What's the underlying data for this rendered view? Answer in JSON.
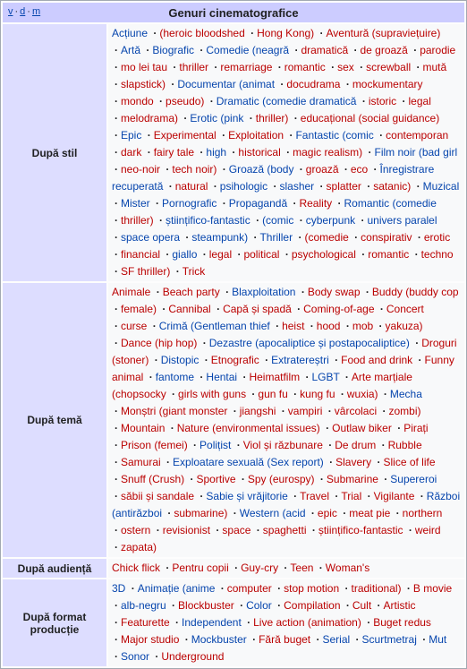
{
  "title": "Genuri cinematografice",
  "vde": [
    "v",
    "d",
    "m"
  ],
  "groups": [
    {
      "label": "După stil",
      "id": "stil",
      "items": [
        {
          "t": "Acțiune",
          "c": "blue"
        },
        {
          "t": "(heroic bloodshed",
          "c": "red"
        },
        {
          "t": "Hong Kong)",
          "c": "red"
        },
        {
          "t": "Aventură (supraviețuire)",
          "c": "red"
        },
        {
          "t": "Artă",
          "c": "blue"
        },
        {
          "t": "Biografic",
          "c": "blue"
        },
        {
          "t": "Comedie (neagră",
          "c": "blue"
        },
        {
          "t": "dramatică",
          "c": "red"
        },
        {
          "t": "de groază",
          "c": "red"
        },
        {
          "t": "parodie",
          "c": "red"
        },
        {
          "t": "mo lei tau",
          "c": "red"
        },
        {
          "t": "thriller",
          "c": "red"
        },
        {
          "t": "remarriage",
          "c": "red"
        },
        {
          "t": "romantic",
          "c": "red"
        },
        {
          "t": "sex",
          "c": "red"
        },
        {
          "t": "screwball",
          "c": "red"
        },
        {
          "t": "mută",
          "c": "red"
        },
        {
          "t": "slapstick)",
          "c": "red"
        },
        {
          "t": "Documentar (animat",
          "c": "blue"
        },
        {
          "t": "docudrama",
          "c": "red"
        },
        {
          "t": "mockumentary",
          "c": "red"
        },
        {
          "t": "mondo",
          "c": "red"
        },
        {
          "t": "pseudo)",
          "c": "red"
        },
        {
          "t": "Dramatic (comedie dramatică",
          "c": "blue"
        },
        {
          "t": "istoric",
          "c": "red"
        },
        {
          "t": "legal",
          "c": "red"
        },
        {
          "t": "melodrama)",
          "c": "red"
        },
        {
          "t": "Erotic (pink",
          "c": "blue"
        },
        {
          "t": "thriller)",
          "c": "red"
        },
        {
          "t": "educațional (social guidance)",
          "c": "red"
        },
        {
          "t": "Epic",
          "c": "blue"
        },
        {
          "t": "Experimental",
          "c": "red"
        },
        {
          "t": "Exploitation",
          "c": "red"
        },
        {
          "t": "Fantastic (comic",
          "c": "blue"
        },
        {
          "t": "contemporan",
          "c": "red"
        },
        {
          "t": "dark",
          "c": "red"
        },
        {
          "t": "fairy tale",
          "c": "red"
        },
        {
          "t": "high",
          "c": "blue"
        },
        {
          "t": "historical",
          "c": "red"
        },
        {
          "t": "magic realism)",
          "c": "red"
        },
        {
          "t": "Film noir (bad girl",
          "c": "blue"
        },
        {
          "t": "neo-noir",
          "c": "red"
        },
        {
          "t": "tech noir)",
          "c": "red"
        },
        {
          "t": "Groază (body",
          "c": "blue"
        },
        {
          "t": "groază",
          "c": "red"
        },
        {
          "t": "eco",
          "c": "red"
        },
        {
          "t": "Înregistrare recuperată",
          "c": "blue"
        },
        {
          "t": "natural",
          "c": "red"
        },
        {
          "t": "psihologic",
          "c": "blue"
        },
        {
          "t": "slasher",
          "c": "blue"
        },
        {
          "t": "splatter",
          "c": "red"
        },
        {
          "t": "satanic)",
          "c": "red"
        },
        {
          "t": "Muzical",
          "c": "blue"
        },
        {
          "t": "Mister",
          "c": "blue"
        },
        {
          "t": "Pornografic",
          "c": "blue"
        },
        {
          "t": "Propagandă",
          "c": "blue"
        },
        {
          "t": "Reality",
          "c": "red"
        },
        {
          "t": "Romantic (comedie",
          "c": "blue"
        },
        {
          "t": "thriller)",
          "c": "red"
        },
        {
          "t": "științifico-fantastic",
          "c": "blue"
        },
        {
          "t": "(comic",
          "c": "blue"
        },
        {
          "t": "cyberpunk",
          "c": "blue"
        },
        {
          "t": "univers paralel",
          "c": "blue"
        },
        {
          "t": "space opera",
          "c": "blue"
        },
        {
          "t": "steampunk)",
          "c": "blue"
        },
        {
          "t": "Thriller",
          "c": "blue"
        },
        {
          "t": "(comedie",
          "c": "red"
        },
        {
          "t": "conspirativ",
          "c": "red"
        },
        {
          "t": "erotic",
          "c": "red"
        },
        {
          "t": "financial",
          "c": "red"
        },
        {
          "t": "giallo",
          "c": "blue"
        },
        {
          "t": "legal",
          "c": "red"
        },
        {
          "t": "political",
          "c": "red"
        },
        {
          "t": "psychological",
          "c": "red"
        },
        {
          "t": "romantic",
          "c": "red"
        },
        {
          "t": "techno",
          "c": "red"
        },
        {
          "t": "SF thriller)",
          "c": "red"
        },
        {
          "t": "Trick",
          "c": "red"
        }
      ]
    },
    {
      "label": "După temă",
      "id": "tema",
      "items": [
        {
          "t": "Animale",
          "c": "red"
        },
        {
          "t": "Beach party",
          "c": "red"
        },
        {
          "t": "Blaxploitation",
          "c": "blue"
        },
        {
          "t": "Body swap",
          "c": "red"
        },
        {
          "t": "Buddy (buddy cop",
          "c": "red"
        },
        {
          "t": "female)",
          "c": "red"
        },
        {
          "t": "Cannibal",
          "c": "red"
        },
        {
          "t": "Capă și spadă",
          "c": "red"
        },
        {
          "t": "Coming-of-age",
          "c": "red"
        },
        {
          "t": "Concert",
          "c": "red"
        },
        {
          "t": "curse",
          "c": "red"
        },
        {
          "t": "Crimă (Gentleman thief",
          "c": "blue"
        },
        {
          "t": "heist",
          "c": "red"
        },
        {
          "t": "hood",
          "c": "red"
        },
        {
          "t": "mob",
          "c": "red"
        },
        {
          "t": "yakuza)",
          "c": "red"
        },
        {
          "t": "Dance (hip hop)",
          "c": "red"
        },
        {
          "t": "Dezastre (apocaliptice și postapocaliptice)",
          "c": "blue"
        },
        {
          "t": "Droguri (stoner)",
          "c": "red"
        },
        {
          "t": "Distopic",
          "c": "blue"
        },
        {
          "t": "Etnografic",
          "c": "red"
        },
        {
          "t": "Extratereștri",
          "c": "blue"
        },
        {
          "t": "Food and drink",
          "c": "red"
        },
        {
          "t": "Funny animal",
          "c": "red"
        },
        {
          "t": "fantome",
          "c": "blue"
        },
        {
          "t": "Hentai",
          "c": "blue"
        },
        {
          "t": "Heimatfilm",
          "c": "red"
        },
        {
          "t": "LGBT",
          "c": "blue"
        },
        {
          "t": "Arte marțiale (chopsocky",
          "c": "red"
        },
        {
          "t": "girls with guns",
          "c": "red"
        },
        {
          "t": "gun fu",
          "c": "red"
        },
        {
          "t": "kung fu",
          "c": "red"
        },
        {
          "t": "wuxia)",
          "c": "red"
        },
        {
          "t": "Mecha",
          "c": "blue"
        },
        {
          "t": "Monștri (giant monster",
          "c": "red"
        },
        {
          "t": "jiangshi",
          "c": "red"
        },
        {
          "t": "vampiri",
          "c": "red"
        },
        {
          "t": "vârcolaci",
          "c": "red"
        },
        {
          "t": "zombi)",
          "c": "red"
        },
        {
          "t": "Mountain",
          "c": "red"
        },
        {
          "t": "Nature (environmental issues)",
          "c": "red"
        },
        {
          "t": "Outlaw biker",
          "c": "red"
        },
        {
          "t": "Pirați",
          "c": "red"
        },
        {
          "t": "Prison (femei)",
          "c": "red"
        },
        {
          "t": "Polițist",
          "c": "blue"
        },
        {
          "t": "Viol și răzbunare",
          "c": "red"
        },
        {
          "t": "De drum",
          "c": "red"
        },
        {
          "t": "Rubble",
          "c": "red"
        },
        {
          "t": "Samurai",
          "c": "red"
        },
        {
          "t": "Exploatare sexuală (Sex report)",
          "c": "blue"
        },
        {
          "t": "Slavery",
          "c": "red"
        },
        {
          "t": "Slice of life",
          "c": "red"
        },
        {
          "t": "Snuff (Crush)",
          "c": "red"
        },
        {
          "t": "Sportive",
          "c": "red"
        },
        {
          "t": "Spy (eurospy)",
          "c": "red"
        },
        {
          "t": "Submarine",
          "c": "red"
        },
        {
          "t": "Supereroi",
          "c": "blue"
        },
        {
          "t": "săbii și sandale",
          "c": "red"
        },
        {
          "t": "Sabie și vrăjitorie",
          "c": "blue"
        },
        {
          "t": "Travel",
          "c": "red"
        },
        {
          "t": "Trial",
          "c": "red"
        },
        {
          "t": "Vigilante",
          "c": "red"
        },
        {
          "t": "Război (antirăzboi",
          "c": "blue"
        },
        {
          "t": "submarine)",
          "c": "red"
        },
        {
          "t": "Western (acid",
          "c": "blue"
        },
        {
          "t": "epic",
          "c": "red"
        },
        {
          "t": "meat pie",
          "c": "red"
        },
        {
          "t": "northern",
          "c": "red"
        },
        {
          "t": "ostern",
          "c": "red"
        },
        {
          "t": "revisionist",
          "c": "red"
        },
        {
          "t": "space",
          "c": "red"
        },
        {
          "t": "spaghetti",
          "c": "red"
        },
        {
          "t": "științifico-fantastic",
          "c": "red"
        },
        {
          "t": "weird",
          "c": "red"
        },
        {
          "t": "zapata)",
          "c": "red"
        }
      ]
    },
    {
      "label": "După audiență",
      "id": "audienta",
      "items": [
        {
          "t": "Chick flick",
          "c": "red"
        },
        {
          "t": "Pentru copii",
          "c": "red"
        },
        {
          "t": "Guy-cry",
          "c": "red"
        },
        {
          "t": "Teen",
          "c": "red"
        },
        {
          "t": "Woman's",
          "c": "red"
        }
      ]
    },
    {
      "label": "După format producție",
      "id": "format",
      "items": [
        {
          "t": "3D",
          "c": "blue"
        },
        {
          "t": "Animație (anime",
          "c": "blue"
        },
        {
          "t": "computer",
          "c": "red"
        },
        {
          "t": "stop motion",
          "c": "red"
        },
        {
          "t": "traditional)",
          "c": "red"
        },
        {
          "t": "B movie",
          "c": "red"
        },
        {
          "t": "alb-negru",
          "c": "blue"
        },
        {
          "t": "Blockbuster",
          "c": "red"
        },
        {
          "t": "Color",
          "c": "blue"
        },
        {
          "t": "Compilation",
          "c": "red"
        },
        {
          "t": "Cult",
          "c": "red"
        },
        {
          "t": "Artistic",
          "c": "red"
        },
        {
          "t": "Featurette",
          "c": "red"
        },
        {
          "t": "Independent",
          "c": "blue"
        },
        {
          "t": "Live action (animation)",
          "c": "red"
        },
        {
          "t": "Buget redus",
          "c": "red"
        },
        {
          "t": "Major studio",
          "c": "red"
        },
        {
          "t": "Mockbuster",
          "c": "blue"
        },
        {
          "t": "Fără buget",
          "c": "red"
        },
        {
          "t": "Serial",
          "c": "blue"
        },
        {
          "t": "Scurtmetraj",
          "c": "blue"
        },
        {
          "t": "Mut",
          "c": "blue"
        },
        {
          "t": "Sonor",
          "c": "blue"
        },
        {
          "t": "Underground",
          "c": "red"
        }
      ]
    }
  ],
  "colors": {
    "link": "#0645ad",
    "redlink": "#ba0000",
    "title_bg": "#ccccff",
    "group_bg": "#ddddff"
  }
}
